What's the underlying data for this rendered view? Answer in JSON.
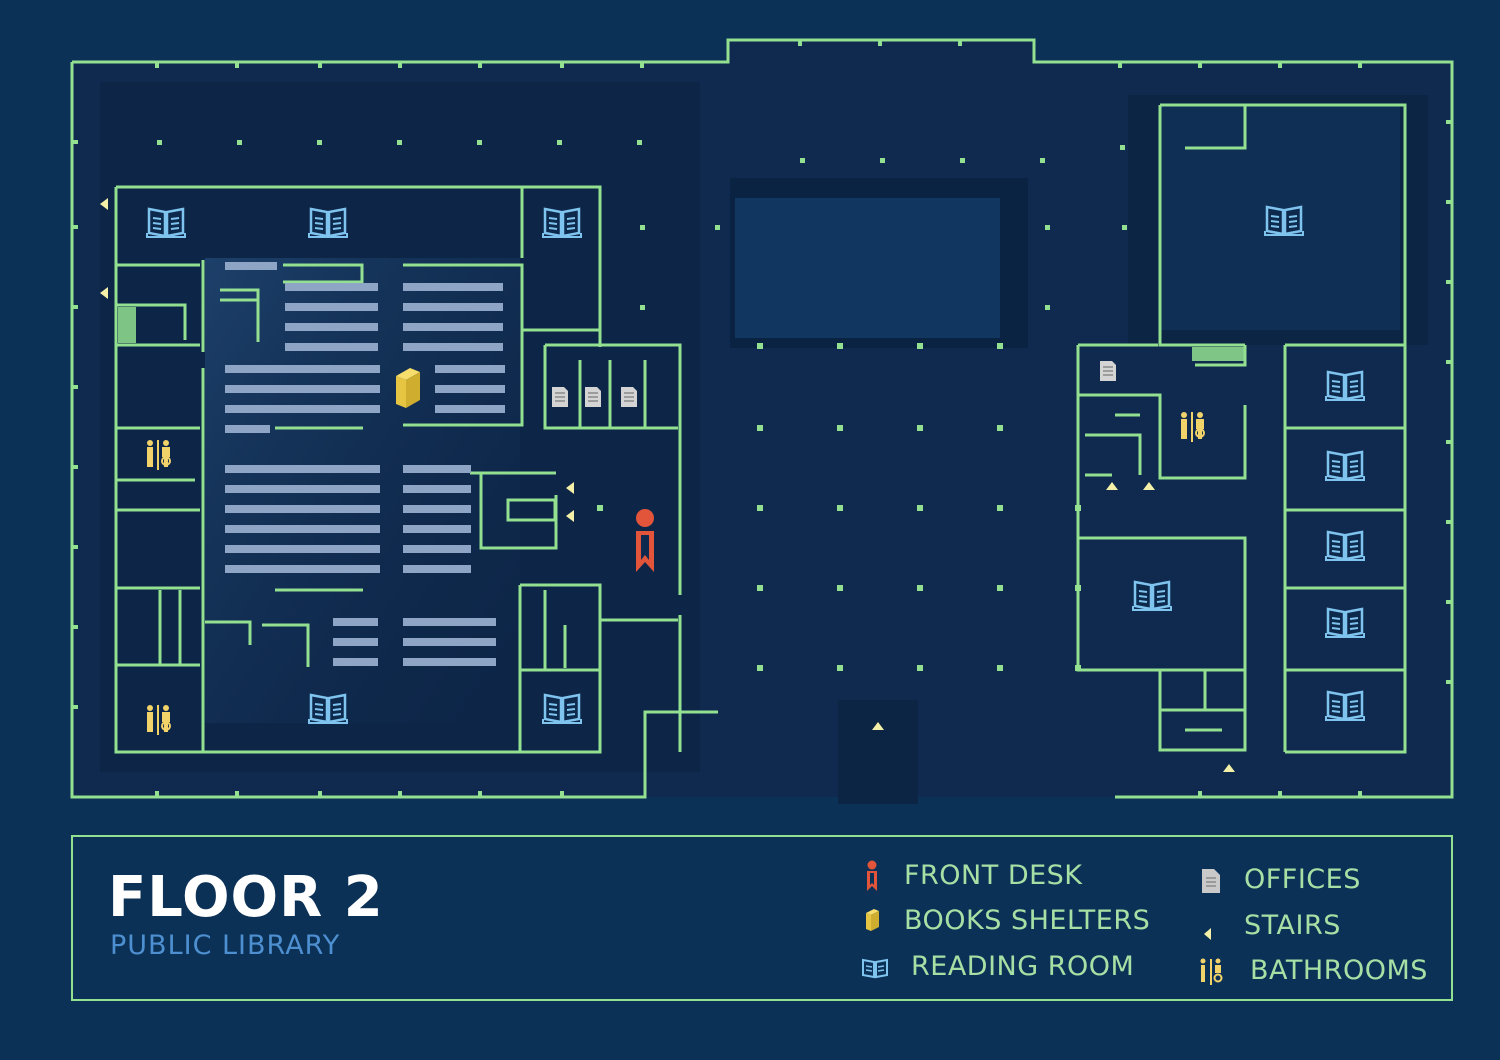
{
  "floor": {
    "title": "FLOOR 2",
    "subtitle": "PUBLIC LIBRARY"
  },
  "legend": {
    "front_desk": {
      "label": "FRONT DESK",
      "icon": "person-pin-icon",
      "color": "#e2553a"
    },
    "books_shelters": {
      "label": "BOOKS SHELTERS",
      "icon": "book-icon",
      "color": "#e6c542"
    },
    "reading_room": {
      "label": "READING ROOM",
      "icon": "open-book-icon",
      "color": "#7fc3ef"
    },
    "offices": {
      "label": "OFFICES",
      "icon": "document-icon",
      "color": "#c9c9c9"
    },
    "stairs": {
      "label": "STAIRS",
      "icon": "triangle-icon",
      "color": "#f4f0a8"
    },
    "bathrooms": {
      "label": "BATHROOMS",
      "icon": "restroom-icon",
      "color": "#f1d36a"
    }
  },
  "colors": {
    "background": "#0c3156",
    "wall": "#93e091",
    "room_floor": "#0d2a4d",
    "shelf": "#8ea5c6"
  }
}
